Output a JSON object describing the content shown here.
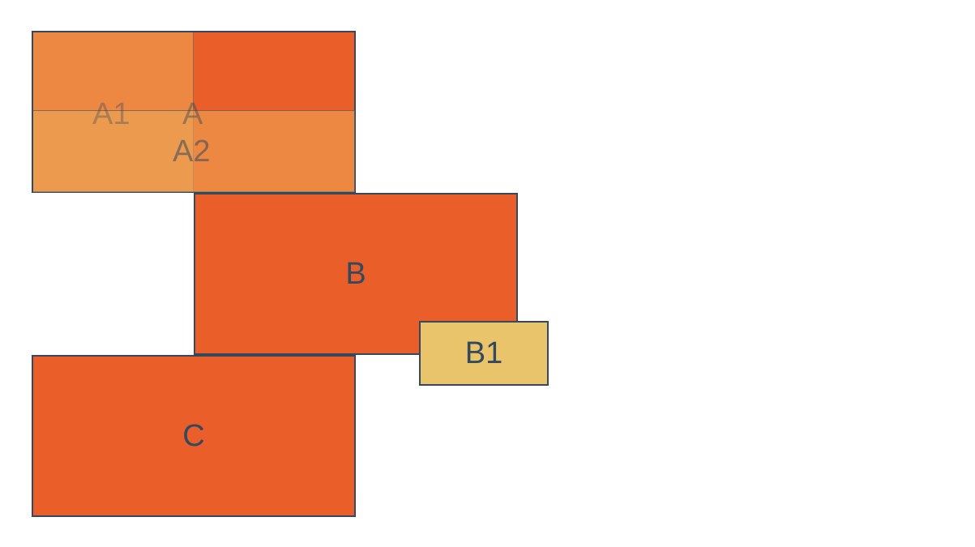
{
  "diagram": {
    "boxes": {
      "a": {
        "label": "A"
      },
      "a1": {
        "label": "A1"
      },
      "a2": {
        "label": "A2"
      },
      "b": {
        "label": "B"
      },
      "b1": {
        "label": "B1"
      },
      "c": {
        "label": "C"
      }
    },
    "colors": {
      "primary": "#ea5f29",
      "overlay_orange": "#ec9149",
      "overlay_light": "#eaaa58",
      "secondary": "#e9c46a",
      "border": "#34495e"
    }
  }
}
